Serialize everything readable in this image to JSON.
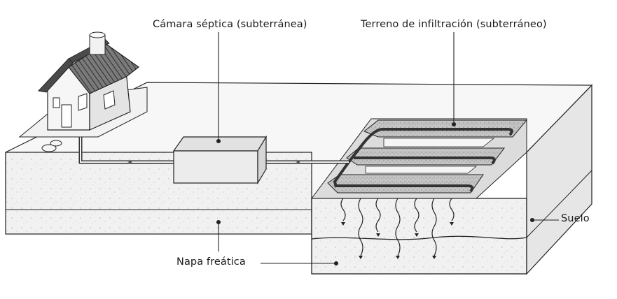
{
  "labels": {
    "septic_chamber": "Cámara séptica (subterránea)",
    "infiltration_field": "Terreno de infiltración (subterráneo)",
    "soil": "Suelo",
    "water_table": "Napa freática"
  },
  "colors": {
    "line": "#222222",
    "soil_fill": "#efefef",
    "house_wall": "#f4f4f4",
    "roof": "#555555",
    "gravel": "#bdbdbd"
  }
}
